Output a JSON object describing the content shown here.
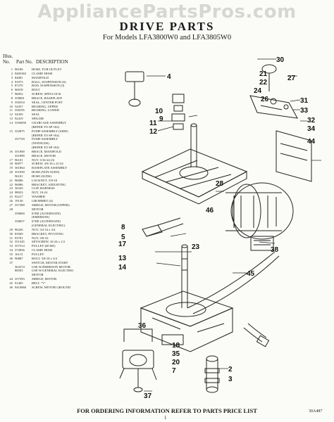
{
  "watermark": "AppliancePartsPros.com",
  "title": "DRIVE PARTS",
  "subtitle": "For Models LFA3800W0 and LFA3805W0",
  "header": {
    "col1": "Illus. No.",
    "col2": "Part No.",
    "col3": "DESCRIPTION"
  },
  "parts": [
    {
      "no": "1",
      "part": "96186",
      "desc": "HOSE, TUB OUTLET"
    },
    {
      "no": "2",
      "part": "9405363",
      "desc": "CLAMP, HOSE"
    },
    {
      "no": "3",
      "part": "84081",
      "desc": "MANIFOLD"
    },
    {
      "no": "4",
      "part": "91073",
      "desc": "BALL, SUSPENSION (6)"
    },
    {
      "no": "5",
      "part": "87270",
      "desc": "ROD, SUSPENSION (3)"
    },
    {
      "no": "6",
      "part": "96018",
      "desc": "BOLT"
    },
    {
      "no": "7",
      "part": "96052",
      "desc": "SCREW, SPIN-LOCK"
    },
    {
      "no": "8",
      "part": "358001",
      "desc": "BRACE, BASEPLATE"
    },
    {
      "no": "9",
      "part": "356554",
      "desc": "SEAL, CENTER POST"
    },
    {
      "no": "10",
      "part": "54357",
      "desc": "BEARING, UPPER"
    },
    {
      "no": "11",
      "part": "358195",
      "desc": "BEARING, LOWER"
    },
    {
      "no": "12",
      "part": "54359",
      "desc": "SEAL"
    },
    {
      "no": "13",
      "part": "92419",
      "desc": "SPACER"
    },
    {
      "no": "14",
      "part": "3356850",
      "desc": "GEARCASE ASSEMBLY"
    },
    {
      "no": "",
      "part": "",
      "desc": "(REFER TO SP-162)"
    },
    {
      "no": "15",
      "part": "352875",
      "desc": "PUMP ASSEMBLY (SIDE)"
    },
    {
      "no": "",
      "part": "",
      "desc": "(REFER TO SP-162)"
    },
    {
      "no": "",
      "part": "357729",
      "desc": "PUMP ASSEMBLY"
    },
    {
      "no": "",
      "part": "",
      "desc": "(NONSUDS)"
    },
    {
      "no": "",
      "part": "",
      "desc": "(REFER TO SP-162)"
    },
    {
      "no": "16",
      "part": "351900",
      "desc": "BRACE, MANIFOLD"
    },
    {
      "no": "",
      "part": "351899",
      "desc": "BRACE, MOTOR"
    },
    {
      "no": "17",
      "part": "96101",
      "desc": "NUT, 3/16-24 (3)"
    },
    {
      "no": "18",
      "part": "90877",
      "desc": "SCREW, 3/8-16 x 21/32"
    },
    {
      "no": "19",
      "part": "361864",
      "desc": "BASEPLATE ASSEMBLY"
    },
    {
      "no": "20",
      "part": "351830",
      "desc": "HOSE (NON-SUDS)"
    },
    {
      "no": "",
      "part": "96101",
      "desc": "HOSE (SUDS)"
    },
    {
      "no": "21",
      "part": "96006",
      "desc": "LOCKNUT, 5/8-18"
    },
    {
      "no": "22",
      "part": "96086",
      "desc": "BRACKET, ADJUSTING"
    },
    {
      "no": "23",
      "part": "36343",
      "desc": "CLIP, HARNESS"
    },
    {
      "no": "24",
      "part": "98023",
      "desc": "NUT, 10-24"
    },
    {
      "no": "25",
      "part": "92217",
      "desc": "WASHER"
    },
    {
      "no": "26",
      "part": "19130",
      "desc": "GROMMET (4)"
    },
    {
      "no": "27",
      "part": "357389",
      "desc": "SHIELD, MOTOR (UPPER)"
    },
    {
      "no": "28",
      "part": "",
      "desc": "MOTOR"
    },
    {
      "no": "",
      "part": "358069",
      "desc": "67HZ (ALTERNATE)"
    },
    {
      "no": "",
      "part": "",
      "desc": "(EMERSON)"
    },
    {
      "no": "",
      "part": "358057",
      "desc": "67HZ (ALTERNATE)"
    },
    {
      "no": "",
      "part": "",
      "desc": "(GENERAL ELECTRIC)"
    },
    {
      "no": "29",
      "part": "96256",
      "desc": "NUT, 3/4 16 x 3/4"
    },
    {
      "no": "30",
      "part": "83569",
      "desc": "BRACKET, PIVOTING"
    },
    {
      "no": "31",
      "part": "93701",
      "desc": "NUT, 3/8-16"
    },
    {
      "no": "32",
      "part": "351345",
      "desc": "SETSCREW, 16-24 x 1/2"
    },
    {
      "no": "33",
      "part": "357514",
      "desc": "PULLEY (60 HZ)"
    },
    {
      "no": "34",
      "part": "372856",
      "desc": "CLAMP, HOSE"
    },
    {
      "no": "35",
      "part": "16113",
      "desc": "PULLEY"
    },
    {
      "no": "36",
      "part": "96887",
      "desc": "BOLT, 3/8-18 x 3/4"
    },
    {
      "no": "37",
      "part": "",
      "desc": "SWITCH, MOTOR START"
    },
    {
      "no": "",
      "part": "363274",
      "desc": "USE W/EMERSON MOTOR"
    },
    {
      "no": "",
      "part": "88593",
      "desc": "USE W/GENERAL ELECTRIC"
    },
    {
      "no": "",
      "part": "",
      "desc": "MOTOR"
    },
    {
      "no": "44",
      "part": "357393",
      "desc": "SHIELD, MOTOR"
    },
    {
      "no": "45",
      "part": "91405",
      "desc": "BELT, \"V\""
    },
    {
      "no": "46",
      "part": "9410860",
      "desc": "SCREW, MOTOR GROUND"
    }
  ],
  "callouts": {
    "c30": "30",
    "c21": "21",
    "c22": "22",
    "c24": "24",
    "c26": "26",
    "c27": "27",
    "c31": "31",
    "c33": "33",
    "c32": "32",
    "c34": "34",
    "c44": "44",
    "c4": "4",
    "c10": "10",
    "c9": "9",
    "c11": "11",
    "c12": "12",
    "c28": "28",
    "c46": "46",
    "c38": "38",
    "c8": "8",
    "c5": "5",
    "c17": "17",
    "c23": "23",
    "c13": "13",
    "c14": "14",
    "c45": "45",
    "c36": "36",
    "c18": "18",
    "c35": "35",
    "c20": "20",
    "c7": "7",
    "c2": "2",
    "c3": "3",
    "c37": "37"
  },
  "footer": "FOR ORDERING INFORMATION REFER TO PARTS PRICE LIST",
  "page_number": "1",
  "doc_number": "30A487"
}
